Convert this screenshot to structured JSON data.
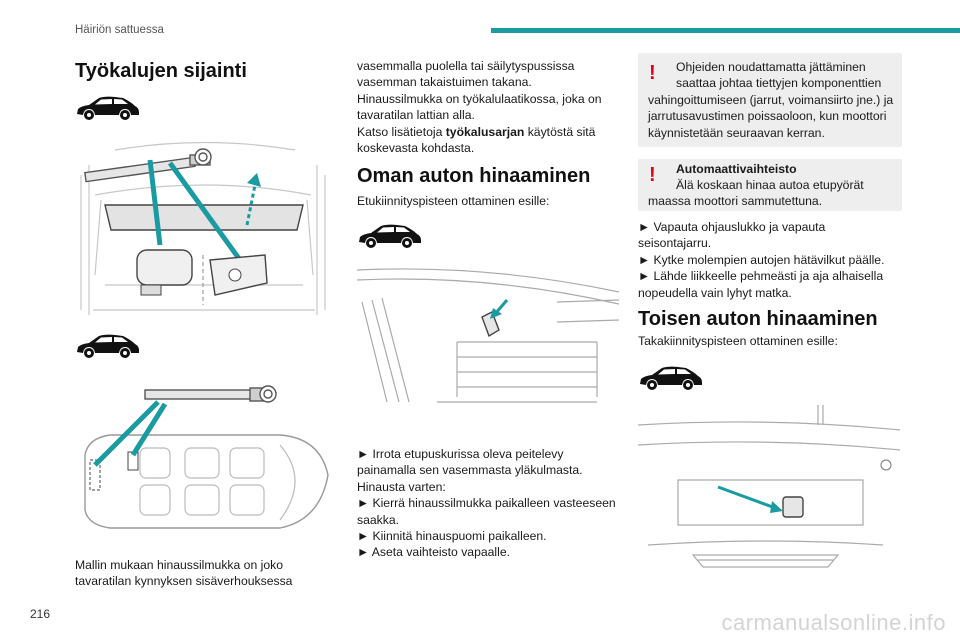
{
  "header": {
    "section_title": "Häiriön sattuessa"
  },
  "footer": {
    "page_number": "216",
    "watermark": "carmanualsonline.info"
  },
  "left": {
    "title": "Työkalujen sijainti",
    "caption_line1": "Mallin mukaan hinaussilmukka on joko",
    "caption_line2": "tavaratilan kynnyksen sisäverhouksessa"
  },
  "middle": {
    "para1_line1": "vasemmalla puolella tai säilytyspussissa",
    "para1_line2": "vasemman takaistuimen takana.",
    "para1_line3": "Hinaussilmukka on työkalulaatikossa, joka on",
    "para1_line4": "tavaratilan lattian alla.",
    "para1_line5_pre": "Katso lisätietoja ",
    "para1_line5_bold": "työkalusarjan",
    "para1_line5_post": " käytöstä sitä",
    "para1_line6": "koskevasta kohdasta.",
    "title": "Oman auton hinaaminen",
    "subtitle": "Etukiinnityspisteen ottaminen esille:",
    "step1_line1": "► Irrota etupuskurissa oleva peitelevy",
    "step1_line2": "painamalla sen vasemmasta yläkulmasta.",
    "step2": "Hinausta varten:",
    "step3_line1": "► Kierrä hinaussilmukka paikalleen vasteeseen",
    "step3_line2": "saakka.",
    "step4": "► Kiinnitä hinauspuomi paikalleen.",
    "step5": "► Aseta vaihteisto vapaalle."
  },
  "right": {
    "warn1_line1": "Ohjeiden noudattamatta jättäminen",
    "warn1_line2": "saattaa johtaa tiettyjen komponenttien",
    "warn1_line3": "vahingoittumiseen (jarrut, voimansiirto jne.) ja",
    "warn1_line4": "jarrutusavustimen poissaoloon, kun moottori",
    "warn1_line5": "käynnistetään seuraavan kerran.",
    "warn2_title": "Automaattivaihteisto",
    "warn2_line1": "Älä koskaan hinaa autoa etupyörät",
    "warn2_line2": "maassa moottori sammutettuna.",
    "step1_line1": "► Vapauta ohjauslukko ja vapauta",
    "step1_line2": "seisontajarru.",
    "step2": "► Kytke molempien autojen hätävilkut päälle.",
    "step3_line1": "► Lähde liikkeelle pehmeästi ja aja alhaisella",
    "step3_line2": "nopeudella vain lyhyt matka.",
    "title": "Toisen auton hinaaminen",
    "subtitle": "Takakiinnityspisteen ottaminen esille:"
  },
  "colors": {
    "accent": "#1a9ba1",
    "warning": "#e2001a",
    "warn_bg": "#eeeeee"
  },
  "icons": [
    "car-silhouette-icon",
    "exclamation-icon"
  ]
}
